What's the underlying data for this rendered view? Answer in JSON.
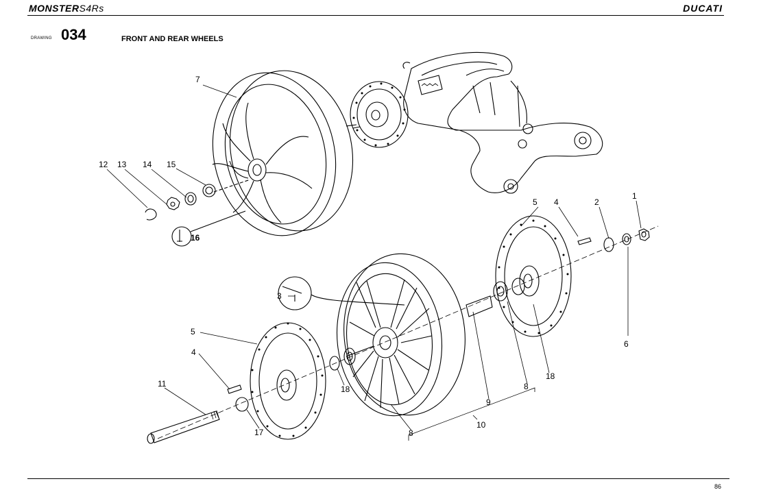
{
  "header": {
    "model": "MONSTER",
    "model_variant": "S4Rs",
    "brand": "DUCATI"
  },
  "drawing": {
    "label": "DRAWING",
    "number": "034",
    "title": "FRONT AND REAR WHEELS"
  },
  "footer": {
    "page": "86"
  },
  "callouts": {
    "c1": "1",
    "c2": "2",
    "c3": "3",
    "c4a": "4",
    "c4b": "4",
    "c5a": "5",
    "c5b": "5",
    "c6": "6",
    "c7": "7",
    "c8a": "8",
    "c8b": "8",
    "c9": "9",
    "c10": "10",
    "c11": "11",
    "c12": "12",
    "c13": "13",
    "c14": "14",
    "c15": "15",
    "c16": "16",
    "c17": "17",
    "c18a": "18",
    "c18b": "18"
  }
}
